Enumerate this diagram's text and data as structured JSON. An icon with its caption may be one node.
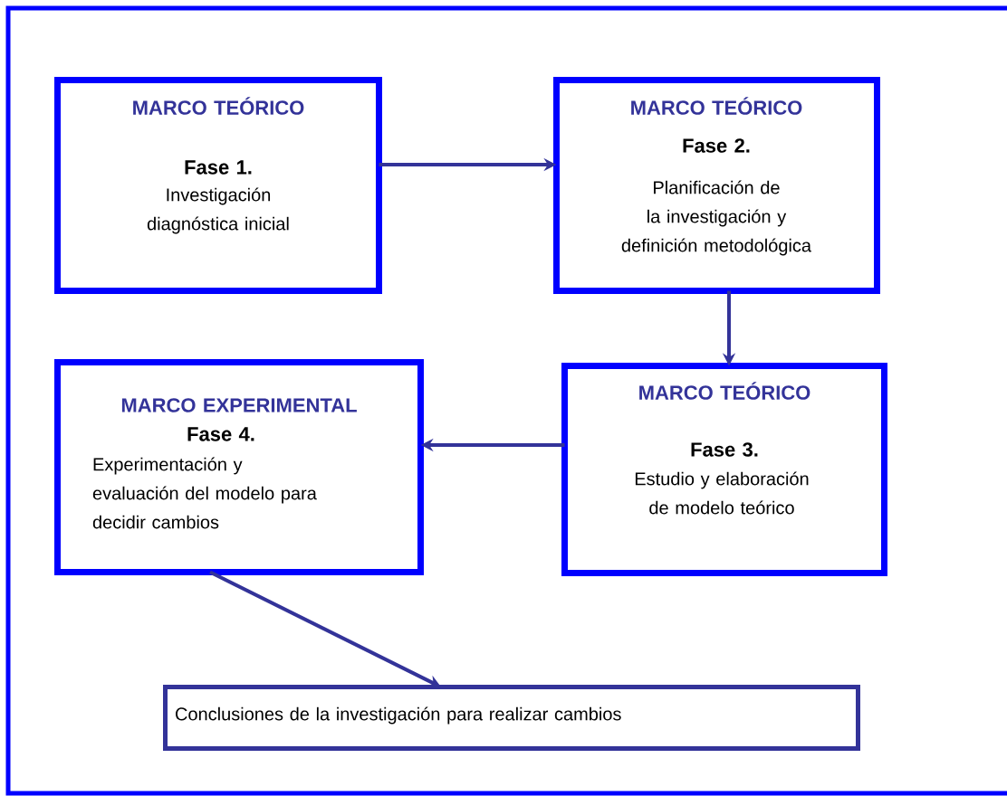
{
  "diagram": {
    "nodes": [
      {
        "text": [
          "MARCO TEÓRICO",
          "Fase 1.",
          "Investigación diagnóstica inicial"
        ]
      },
      {
        "text": [
          "MARCO TEÓRICO",
          "Fase 2.",
          "Planificación de la investigación y definición metodológica"
        ]
      },
      {
        "text": [
          "MARCO TEÓRICO",
          "Fase 3.",
          "Estudio y elaboración de modelo teórico"
        ]
      },
      {
        "text": [
          "MARCO EXPERIMENTAL",
          "Fase 4.",
          "Experimentación y evaluación del modelo para decidir cambios"
        ]
      },
      {
        "text": [
          "Conclusiones de la investigación para realizar cambios"
        ]
      }
    ],
    "edges": [
      {
        "from": 0,
        "to": 1,
        "arrow": "to"
      },
      {
        "from": 1,
        "to": 2,
        "arrow": "to"
      },
      {
        "from": 2,
        "to": 3,
        "arrow": "to"
      },
      {
        "from": 3,
        "to": 4,
        "arrow": "to"
      }
    ]
  }
}
